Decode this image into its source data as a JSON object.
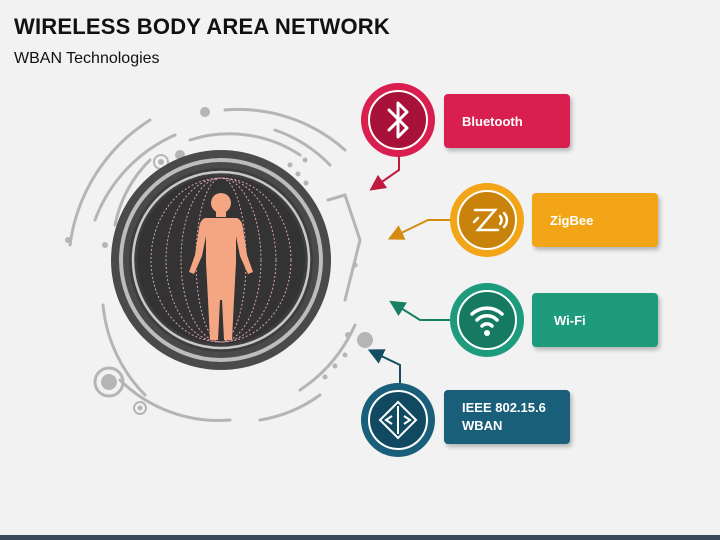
{
  "title": "WIRELESS BODY AREA NETWORK",
  "subtitle": "WBAN Technologies",
  "technologies": [
    {
      "label": "Bluetooth",
      "color": "#d81f4f",
      "icon": "bluetooth-icon"
    },
    {
      "label": "ZigBee",
      "color": "#f2a516",
      "icon": "zigbee-icon"
    },
    {
      "label": "Wi-Fi",
      "color": "#1e9a7c",
      "icon": "wifi-icon"
    },
    {
      "label_line1": "IEEE 802.15.6",
      "label_line2": "WBAN",
      "color": "#1a5f7a",
      "icon": "ieee-icon"
    }
  ],
  "colors": {
    "ring_dark": "#555555",
    "ring_gray": "#9a9a9a",
    "body": "#f4a582"
  }
}
